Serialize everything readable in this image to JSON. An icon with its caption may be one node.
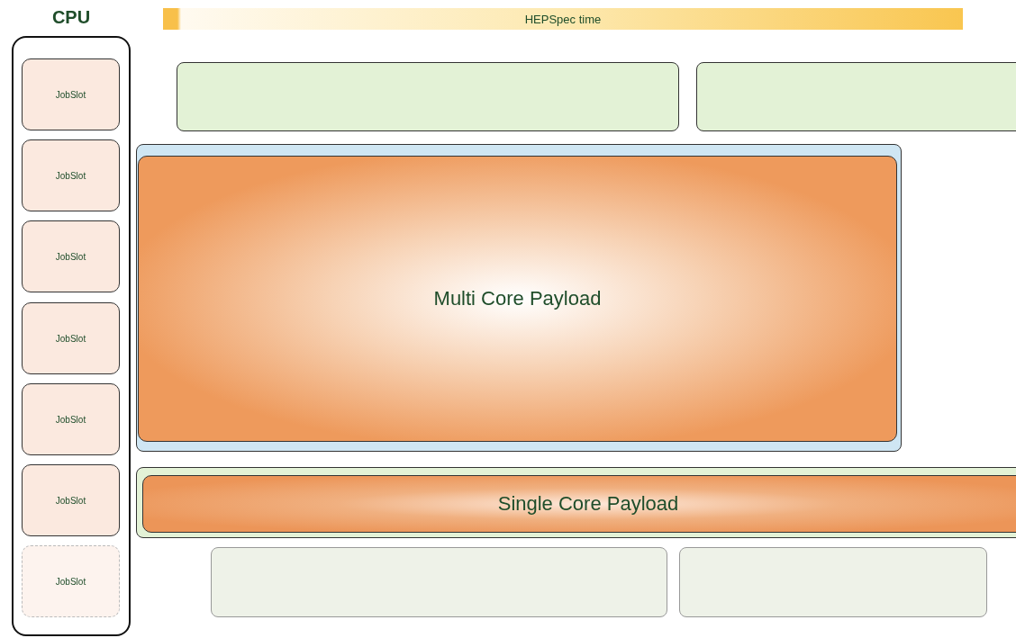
{
  "diagram": {
    "nodes": [
      {
        "text": [
          "CPU"
        ]
      },
      {
        "text": [
          "JobSlot"
        ],
        "in": 0
      },
      {
        "text": [
          "JobSlot"
        ],
        "in": 0
      },
      {
        "text": [
          "JobSlot"
        ],
        "in": 0
      },
      {
        "text": [
          "JobSlot"
        ],
        "in": 0
      },
      {
        "text": [
          "JobSlot"
        ],
        "in": 0
      },
      {
        "text": [
          "JobSlot"
        ],
        "in": 0
      },
      {
        "text": [
          "JobSlot"
        ],
        "in": 0
      },
      {
        "text": [
          "HEPSpec time"
        ]
      },
      {
        "text": [],
        "shape": "box"
      },
      {
        "text": [],
        "shape": "box"
      },
      {
        "text": [],
        "shape": "box"
      },
      {
        "text": [
          "Multi Core Payload"
        ],
        "in": 11
      },
      {
        "text": [],
        "shape": "box"
      },
      {
        "text": [
          "Single Core Payload"
        ],
        "in": 13
      },
      {
        "text": [],
        "shape": "box"
      },
      {
        "text": [],
        "shape": "box"
      }
    ],
    "edges": []
  }
}
